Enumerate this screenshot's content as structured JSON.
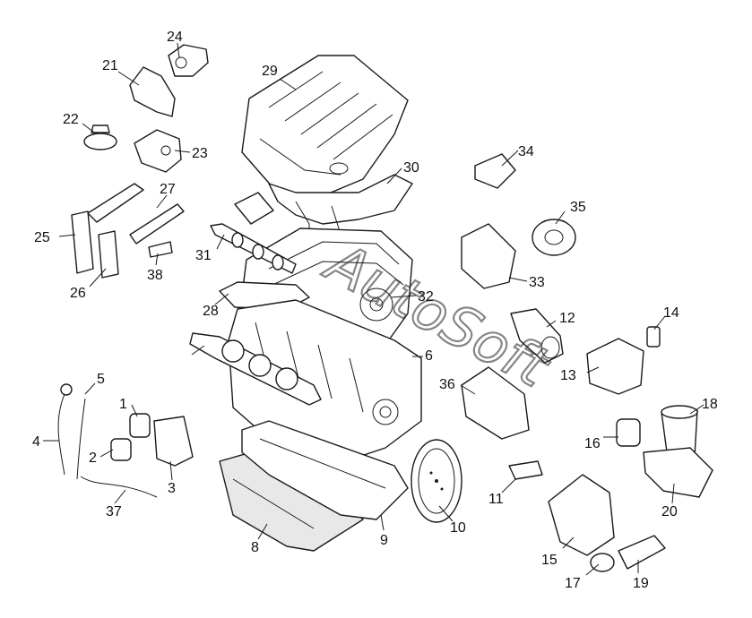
{
  "diagram": {
    "watermark": "AutoSoft",
    "callouts": [
      "1",
      "2",
      "3",
      "4",
      "5",
      "6",
      "8",
      "9",
      "10",
      "11",
      "12",
      "13",
      "14",
      "15",
      "16",
      "17",
      "18",
      "19",
      "20",
      "21",
      "22",
      "23",
      "24",
      "25",
      "26",
      "27",
      "28",
      "29",
      "30",
      "31",
      "32",
      "33",
      "34",
      "35",
      "36",
      "37",
      "38"
    ],
    "labels": {
      "p1": "1",
      "p2": "2",
      "p3": "3",
      "p4": "4",
      "p5": "5",
      "p6": "6",
      "p8": "8",
      "p9": "9",
      "p10": "10",
      "p11": "11",
      "p12": "12",
      "p13": "13",
      "p14": "14",
      "p15": "15",
      "p16": "16",
      "p17": "17",
      "p18": "18",
      "p19": "19",
      "p20": "20",
      "p21": "21",
      "p22": "22",
      "p23": "23",
      "p24": "24",
      "p25": "25",
      "p26": "26",
      "p27": "27",
      "p28": "28",
      "p29": "29",
      "p30": "30",
      "p31": "31",
      "p32": "32",
      "p33": "33",
      "p34": "34",
      "p35": "35",
      "p36": "36",
      "p37": "37",
      "p38": "38"
    }
  }
}
